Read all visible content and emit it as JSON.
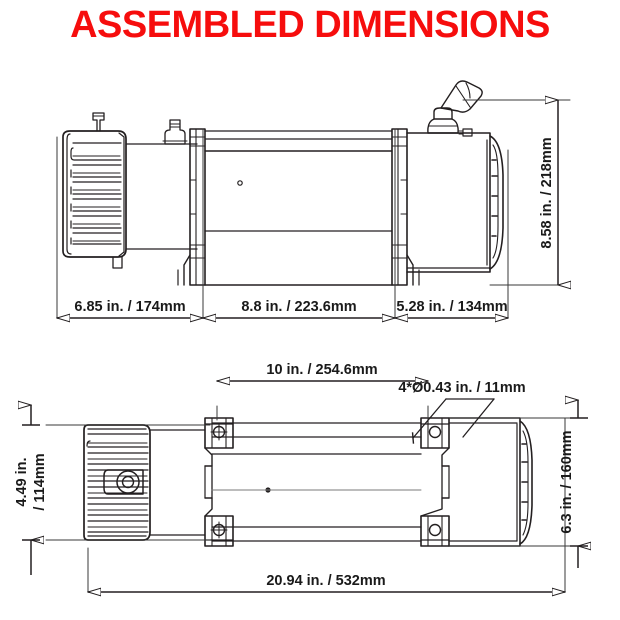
{
  "header": {
    "title": "ASSEMBLED DIMENSIONS",
    "title_color": "#f60d0d"
  },
  "views": {
    "side_view": {
      "name": "side-elevation-view",
      "dimensions": {
        "motor_length": "6.85 in. / 174mm",
        "drum_length": "8.8 in. / 223.6mm",
        "gearbox_length": "5.28 in. / 134mm",
        "overall_height": "8.58 in. / 218mm"
      }
    },
    "top_view": {
      "name": "top-plan-view",
      "dimensions": {
        "mount_hole_spacing": "10 in. / 254.6mm",
        "hole_callout": "4*Ø0.43 in. / 11mm",
        "motor_width": "4.49 in.",
        "motor_width_mm": "/ 114mm",
        "body_width": "6.3 in. / 160mm",
        "overall_length": "20.94 in. / 532mm"
      }
    }
  },
  "colors": {
    "line": "#231f20",
    "thin_line": "#3a3a3a",
    "background": "#ffffff",
    "accent_red": "#f60d0d"
  }
}
